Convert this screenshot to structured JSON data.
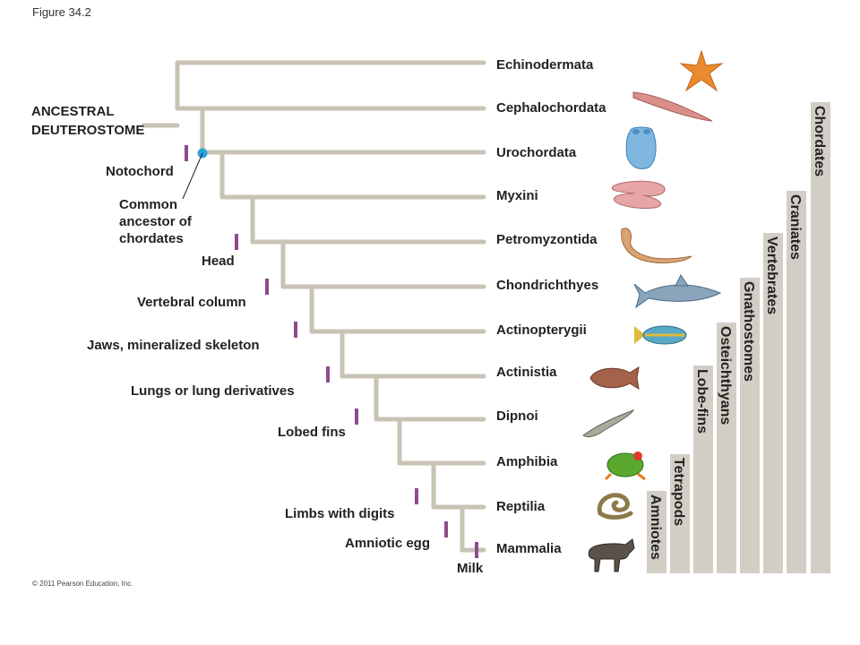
{
  "figure_label": "Figure 34.2",
  "copyright": "© 2011 Pearson Education, Inc.",
  "ancestor_label": [
    "ANCESTRAL",
    "DEUTEROSTOME"
  ],
  "common_ancestor_label": [
    "Common",
    "ancestor of",
    "chordates"
  ],
  "taxa": [
    "Echinodermata",
    "Cephalochordata",
    "Urochordata",
    "Myxini",
    "Petromyzontida",
    "Chondrichthyes",
    "Actinopterygii",
    "Actinistia",
    "Dipnoi",
    "Amphibia",
    "Reptilia",
    "Mammalia"
  ],
  "characters": [
    "Notochord",
    "Head",
    "Vertebral column",
    "Jaws, mineralized skeleton",
    "Lungs or lung derivatives",
    "Lobed fins",
    "Limbs with digits",
    "Amniotic egg",
    "Milk"
  ],
  "groups": [
    "Chordates",
    "Craniates",
    "Vertebrates",
    "Gnathostomes",
    "Osteichthyans",
    "Lobe-fins",
    "Tetrapods",
    "Amniotes"
  ],
  "colors": {
    "branch": "#c8c3b4",
    "character_tick": "#8e4a8c",
    "common_ancestor": "#2aa3d8",
    "group_bar": "#d2cec6"
  },
  "organism_icons": [
    "starfish-icon",
    "lancelet-icon",
    "tunicate-icon",
    "hagfish-icon",
    "lamprey-icon",
    "shark-icon",
    "ray-finned-fish-icon",
    "coelacanth-icon",
    "lungfish-icon",
    "frog-icon",
    "snake-icon",
    "wildebeest-icon"
  ]
}
